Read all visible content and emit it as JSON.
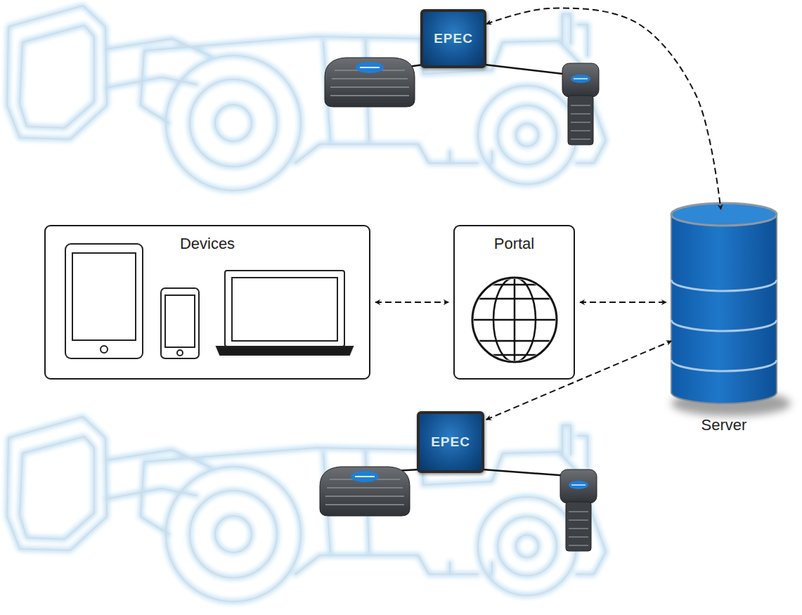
{
  "diagram": {
    "nodes": [
      {
        "text": [
          "EPEC"
        ]
      },
      {
        "text": [
          "Devices"
        ]
      },
      {
        "text": [
          "Portal"
        ]
      },
      {
        "text": [
          "Server"
        ]
      },
      {
        "text": [
          "EPEC"
        ]
      }
    ],
    "edges": [
      {
        "from": 0,
        "to": 3,
        "arrow": "both"
      },
      {
        "from": 1,
        "to": 2,
        "arrow": "both"
      },
      {
        "from": 2,
        "to": 3,
        "arrow": "both"
      },
      {
        "from": 4,
        "to": 3,
        "arrow": "both"
      }
    ]
  }
}
